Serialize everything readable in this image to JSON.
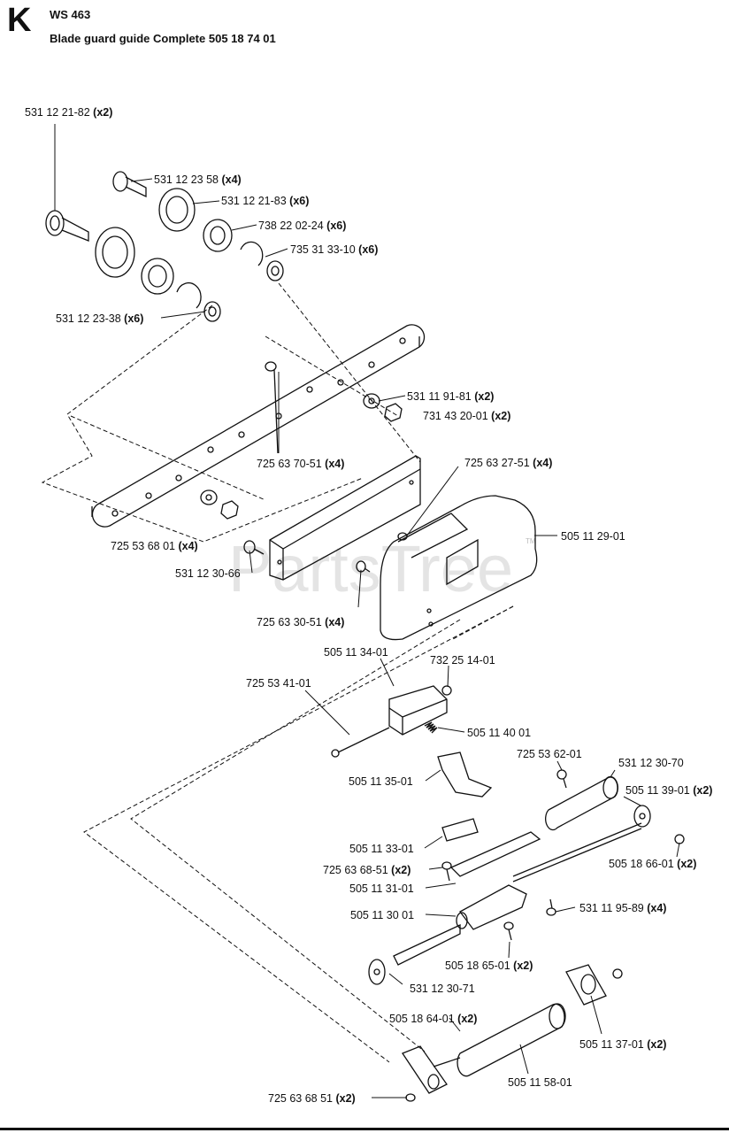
{
  "header": {
    "section_letter": "K",
    "model": "WS 463",
    "title": "Blade guard guide Complete 505 18 74 01"
  },
  "watermark": {
    "text": "PartsTree",
    "tm": "TM"
  },
  "parts": [
    {
      "num": "531 12 21-82",
      "qty": "(x2)"
    },
    {
      "num": "531 12 23 58",
      "qty": "(x4)"
    },
    {
      "num": "531 12 21-83",
      "qty": "(x6)"
    },
    {
      "num": "738 22 02-24",
      "qty": "(x6)"
    },
    {
      "num": "735 31 33-10",
      "qty": "(x6)"
    },
    {
      "num": "531 12 23-38",
      "qty": "(x6)"
    },
    {
      "num": "531 11 91-81",
      "qty": "(x2)"
    },
    {
      "num": "731 43 20-01",
      "qty": "(x2)"
    },
    {
      "num": "725 63 70-51",
      "qty": "(x4)"
    },
    {
      "num": "725 63 27-51",
      "qty": "(x4)"
    },
    {
      "num": "505 11 29-01",
      "qty": ""
    },
    {
      "num": "725 53 68 01",
      "qty": "(x4)"
    },
    {
      "num": "531 12 30-66",
      "qty": ""
    },
    {
      "num": "725 63 30-51",
      "qty": "(x4)"
    },
    {
      "num": "505 11 34-01",
      "qty": ""
    },
    {
      "num": "732 25 14-01",
      "qty": ""
    },
    {
      "num": "725 53 41-01",
      "qty": ""
    },
    {
      "num": "505 11 40 01",
      "qty": ""
    },
    {
      "num": "725 53 62-01",
      "qty": ""
    },
    {
      "num": "531 12 30-70",
      "qty": ""
    },
    {
      "num": "505 11 35-01",
      "qty": ""
    },
    {
      "num": "505 11 39-01",
      "qty": "(x2)"
    },
    {
      "num": "505 11 33-01",
      "qty": ""
    },
    {
      "num": "725 63 68-51",
      "qty": "(x2)"
    },
    {
      "num": "505 18 66-01",
      "qty": "(x2)"
    },
    {
      "num": "505 11 31-01",
      "qty": ""
    },
    {
      "num": "531 11 95-89",
      "qty": "(x4)"
    },
    {
      "num": "505 11 30 01",
      "qty": ""
    },
    {
      "num": "505 18 65-01",
      "qty": "(x2)"
    },
    {
      "num": "531 12 30-71",
      "qty": ""
    },
    {
      "num": "505 18 64-01",
      "qty": "(x2)"
    },
    {
      "num": "505 11 37-01",
      "qty": "(x2)"
    },
    {
      "num": "505 11 58-01",
      "qty": ""
    },
    {
      "num": "725 63 68 51",
      "qty": "(x2)"
    }
  ]
}
